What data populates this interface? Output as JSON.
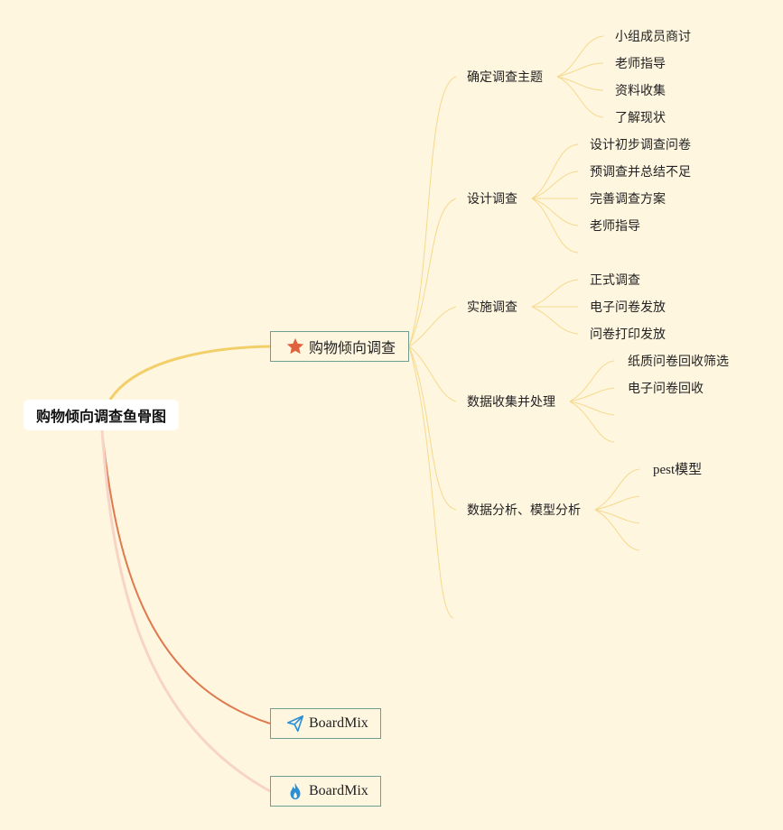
{
  "root": {
    "label": "购物倾向调查鱼骨图"
  },
  "main_topic": {
    "label": "购物倾向调查",
    "icon": "star-icon",
    "icon_color": "#e0623c"
  },
  "boardmix_nodes": [
    {
      "label": "BoardMix",
      "icon": "paper-plane-icon",
      "icon_color": "#2b8fd6"
    },
    {
      "label": "BoardMix",
      "icon": "flame-icon",
      "icon_color": "#2b8fd6"
    }
  ],
  "branches": [
    {
      "label": "确定调查主题",
      "children": [
        "小组成员商讨",
        "老师指导",
        "资料收集",
        "了解现状"
      ]
    },
    {
      "label": "设计调查",
      "children": [
        "设计初步调查问卷",
        "预调查并总结不足",
        "完善调查方案",
        "老师指导",
        ""
      ]
    },
    {
      "label": "实施调查",
      "children": [
        "正式调查",
        "电子问卷发放",
        "问卷打印发放"
      ]
    },
    {
      "label": "数据收集并处理",
      "children": [
        "纸质问卷回收筛选",
        "电子问卷回收",
        "",
        ""
      ]
    },
    {
      "label": "数据分析、模型分析",
      "children": [
        "pest模型",
        "",
        "",
        ""
      ]
    },
    {
      "label": "",
      "children": []
    }
  ],
  "colors": {
    "background": "#fff6e0",
    "line_main": "#f3cf6a",
    "line_branch": "#f5d98c",
    "line_orange": "#de7a4f",
    "line_pink": "#f7d4c6",
    "box_border": "#6f9e91"
  }
}
